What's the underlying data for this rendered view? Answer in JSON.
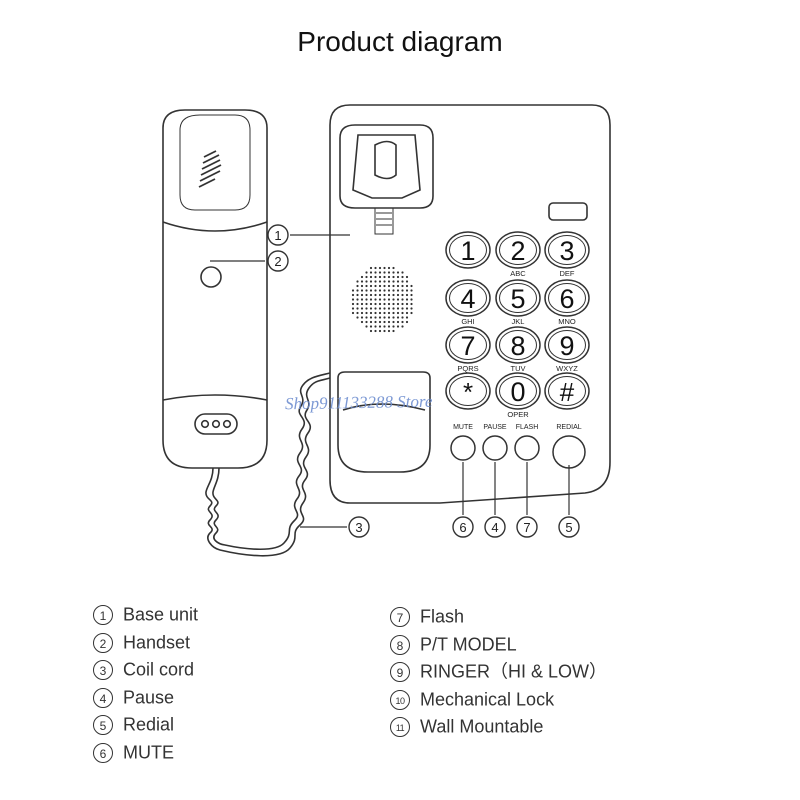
{
  "title": "Product diagram",
  "keypad": [
    {
      "digit": "1",
      "letters": ""
    },
    {
      "digit": "2",
      "letters": "ABC"
    },
    {
      "digit": "3",
      "letters": "DEF"
    },
    {
      "digit": "4",
      "letters": "GHI"
    },
    {
      "digit": "5",
      "letters": "JKL"
    },
    {
      "digit": "6",
      "letters": "MNO"
    },
    {
      "digit": "7",
      "letters": "PQRS"
    },
    {
      "digit": "8",
      "letters": "TUV"
    },
    {
      "digit": "9",
      "letters": "WXYZ"
    },
    {
      "digit": "*",
      "letters": ""
    },
    {
      "digit": "0",
      "letters": "OPER"
    },
    {
      "digit": "#",
      "letters": ""
    }
  ],
  "function_keys": {
    "mute": "MUTE",
    "pause": "PAUSE",
    "flash": "FLASH",
    "redial": "REDIAL"
  },
  "callouts": {
    "c1": "1",
    "c2": "2",
    "c3": "3",
    "c6": "6",
    "c4": "4",
    "c7": "7",
    "c5": "5"
  },
  "legend_left": [
    {
      "num": "1",
      "label": "Base unit"
    },
    {
      "num": "2",
      "label": "Handset"
    },
    {
      "num": "3",
      "label": "Coil cord"
    },
    {
      "num": "4",
      "label": "Pause"
    },
    {
      "num": "5",
      "label": "Redial"
    },
    {
      "num": "6",
      "label": "MUTE"
    }
  ],
  "legend_right": [
    {
      "num": "7",
      "label": "Flash"
    },
    {
      "num": "8",
      "label": "P/T MODEL"
    },
    {
      "num": "9",
      "label": "RINGER（HI & LOW）"
    },
    {
      "num": "10",
      "label": "Mechanical Lock"
    },
    {
      "num": "11",
      "label": "Wall Mountable"
    }
  ],
  "watermark": "Shop911133288 Store",
  "colors": {
    "line": "#333333",
    "watermark": "#6f8fd0"
  }
}
